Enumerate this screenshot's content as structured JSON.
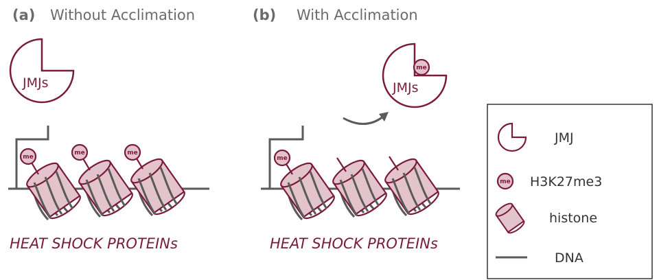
{
  "panels": [
    {
      "letter": "(a)",
      "title": "Without Acclimation",
      "enzyme_label": "JMJs",
      "gene_label": "HEAT SHOCK PROTEINs"
    },
    {
      "letter": "(b)",
      "title": "With Acclimation",
      "enzyme_label": "JMJs",
      "gene_label": "HEAT SHOCK PROTEINs"
    }
  ],
  "mark_label": "me",
  "legend": {
    "items": [
      {
        "icon": "jmj-enzyme-icon",
        "label": "JMJ"
      },
      {
        "icon": "h3k27me3-mark-icon",
        "label": "H3K27me3"
      },
      {
        "icon": "histone-icon",
        "label": "histone"
      },
      {
        "icon": "dna-line-icon",
        "label": "DNA"
      }
    ]
  },
  "colors": {
    "accent": "#7a1b3c",
    "histone_fill": "#e3c4cd",
    "dna": "#5a5a5a",
    "text_gray": "#6b6b6b",
    "legend_border": "#333333"
  }
}
